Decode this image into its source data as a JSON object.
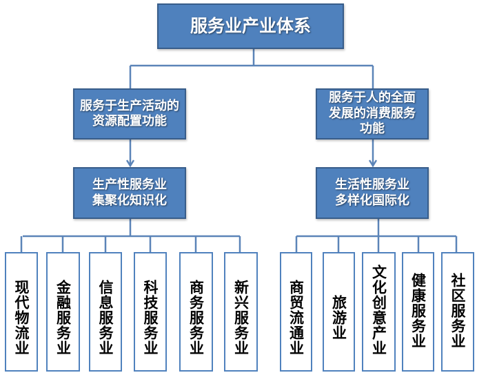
{
  "title": "服务业产业体系",
  "branches": [
    {
      "function": "服务于生产活动的资源配置功能",
      "category_line1": "生产性服务业",
      "category_line2": "集聚化知识化",
      "industries": [
        "现代物流业",
        "金融服务业",
        "信息服务业",
        "科技服务业",
        "商务服务业",
        "新兴服务业"
      ]
    },
    {
      "function_line1": "服务于人的全面",
      "function_line2": "发展的消费服务",
      "function_line3": "功能",
      "category_line1": "生活性服务业",
      "category_line2": "多样化国际化",
      "industries": [
        "商贸流通业",
        "旅游业",
        "文化创意产业",
        "健康服务业",
        "社区服务业"
      ]
    }
  ],
  "colors": {
    "box_fill": "#4f81bd",
    "box_border": "#385d8a",
    "line": "#5b84b8"
  }
}
